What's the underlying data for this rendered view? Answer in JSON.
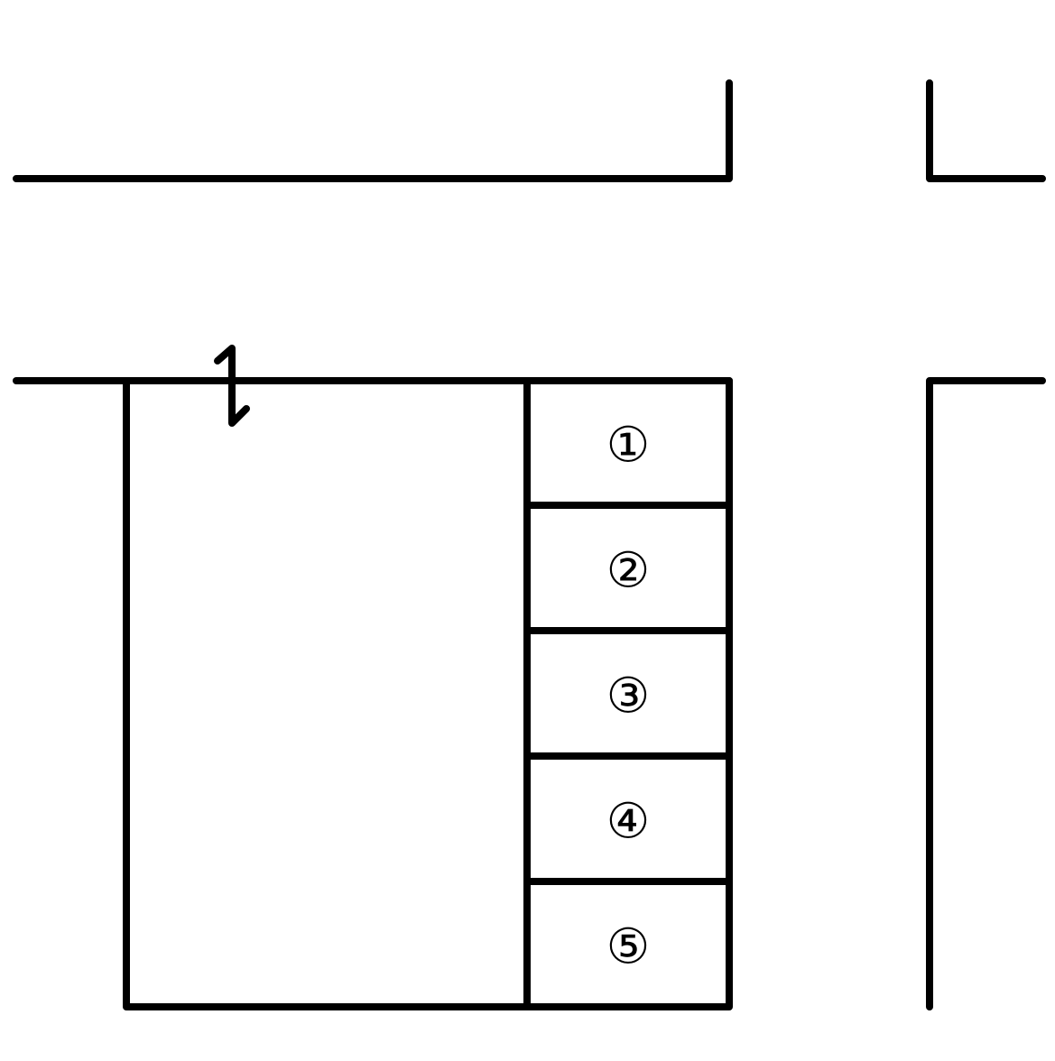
{
  "map": {
    "type": "parking-lot-layout",
    "line_color": "#000000",
    "background_color": "#ffffff",
    "stalls": [
      {
        "number": 1,
        "label": "①"
      },
      {
        "number": 2,
        "label": "②"
      },
      {
        "number": 3,
        "label": "③"
      },
      {
        "number": 4,
        "label": "④"
      },
      {
        "number": 5,
        "label": "⑤"
      }
    ]
  }
}
